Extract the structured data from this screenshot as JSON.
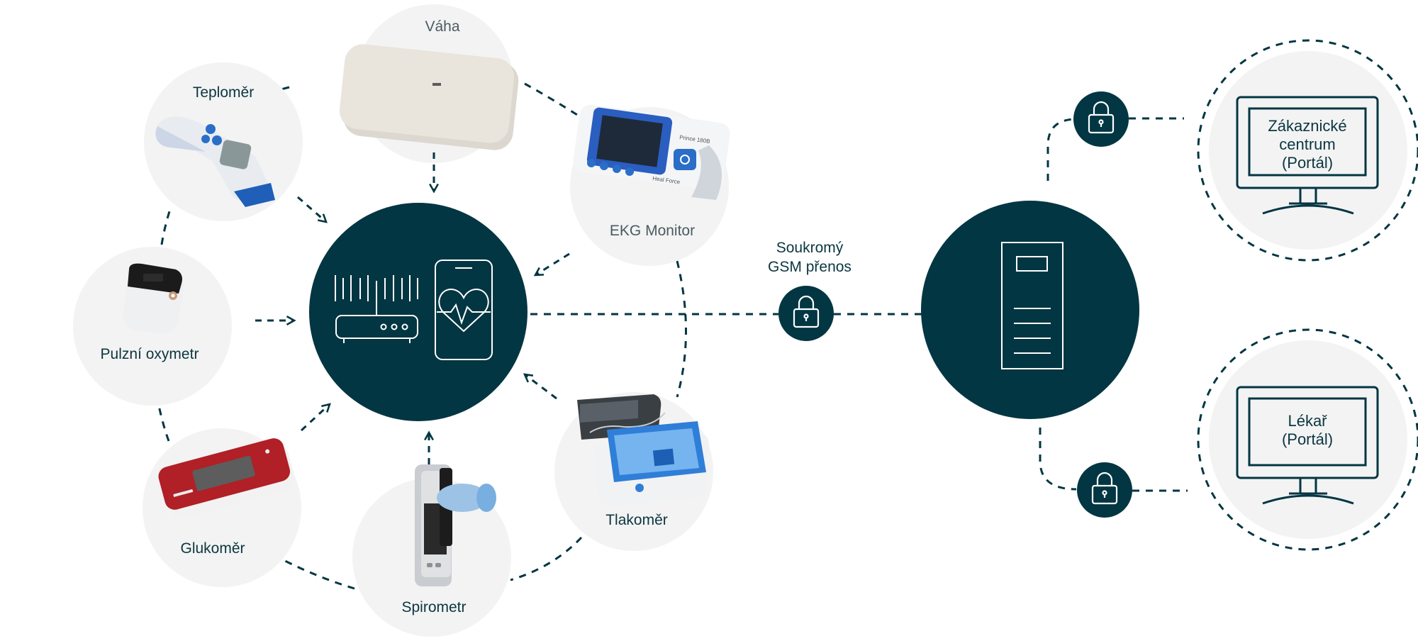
{
  "devices": {
    "scale": "Váha",
    "thermometer": "Teploměr",
    "ekg": "EKG Monitor",
    "oximeter": "Pulzní oxymetr",
    "glucometer": "Glukoměr",
    "spirometer": "Spirometr",
    "bp_monitor": "Tlakoměr"
  },
  "transfer": {
    "line1": "Soukromý",
    "line2": "GSM přenos"
  },
  "portals": {
    "customer_line1": "Zákaznické",
    "customer_line2": "centrum",
    "customer_line3": "(Portál)",
    "doctor_line1": "Lékař",
    "doctor_line2": "(Portál)"
  },
  "device_printed_text": {
    "ekg_model": "Prince 180B",
    "ekg_brand": "Heal Force"
  },
  "colors": {
    "dark_teal": "#023642",
    "light_gray": "#f3f3f3",
    "ink": "#0b3640"
  }
}
